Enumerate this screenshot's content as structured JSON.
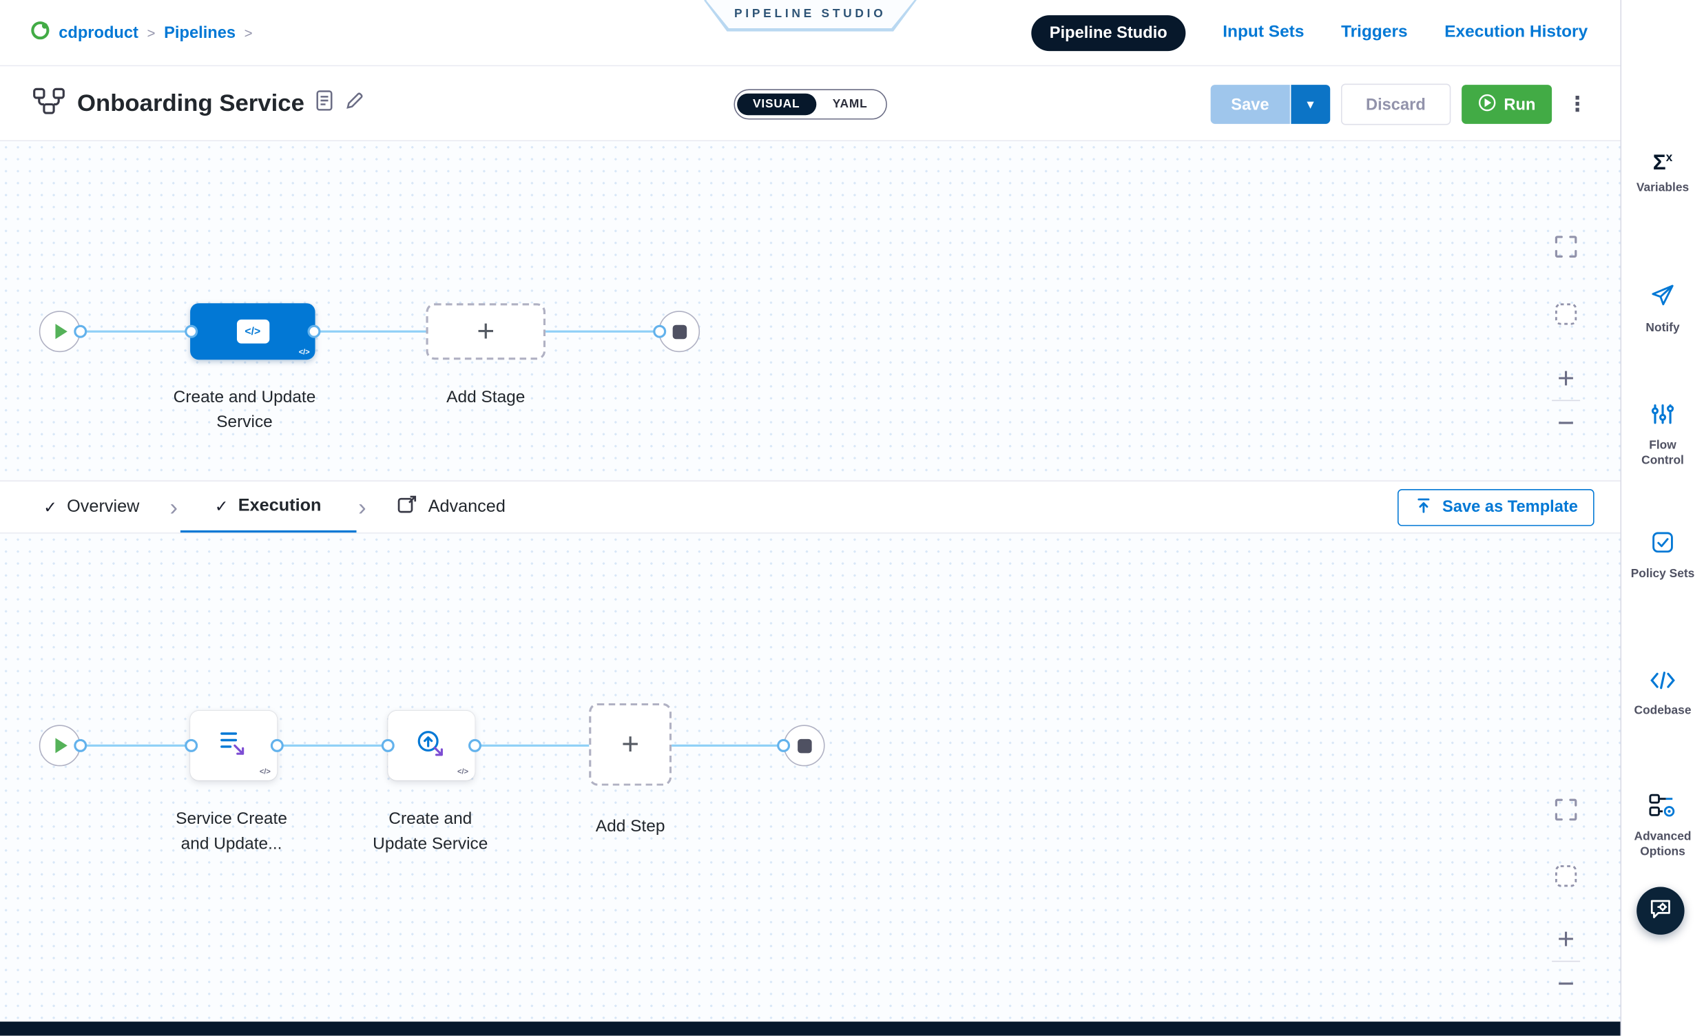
{
  "colors": {
    "accent": "#0278d5",
    "navy": "#07182b",
    "green": "#42ab45",
    "connector": "#8fd0f7",
    "canvas_dot": "#d8e7f7"
  },
  "icons": {
    "check": "✓",
    "breadcrumb_sep": ">",
    "tab_sep": "›",
    "plus": "+",
    "minus": "−",
    "kebab": "⋮",
    "caret_down": "▾",
    "code": "</>",
    "sigma": "Σ",
    "sigma_sup": "x"
  },
  "top_nav": {
    "breadcrumb": {
      "org": "cdproduct",
      "section": "Pipelines"
    },
    "ribbon": "PIPELINE STUDIO",
    "tabs": [
      {
        "label": "Pipeline Studio",
        "active": true
      },
      {
        "label": "Input Sets",
        "active": false
      },
      {
        "label": "Triggers",
        "active": false
      },
      {
        "label": "Execution History",
        "active": false
      }
    ]
  },
  "toolbar": {
    "title": "Onboarding Service",
    "visual_label": "VISUAL",
    "yaml_label": "YAML",
    "save_label": "Save",
    "discard_label": "Discard",
    "run_label": "Run"
  },
  "stage_canvas": {
    "stage_label": "Create and Update Service",
    "add_stage_label": "Add Stage"
  },
  "section_tabs": {
    "overview": "Overview",
    "execution": "Execution",
    "advanced": "Advanced",
    "save_as_template": "Save as Template"
  },
  "exec_canvas": {
    "step1_label": "Service Create and Update...",
    "step2_label": "Create and Update Service",
    "add_step_label": "Add Step"
  },
  "sidebar": {
    "items": [
      {
        "label": "Variables"
      },
      {
        "label": "Notify"
      },
      {
        "label": "Flow Control"
      },
      {
        "label": "Policy Sets"
      },
      {
        "label": "Codebase"
      },
      {
        "label": "Advanced Options"
      }
    ]
  }
}
